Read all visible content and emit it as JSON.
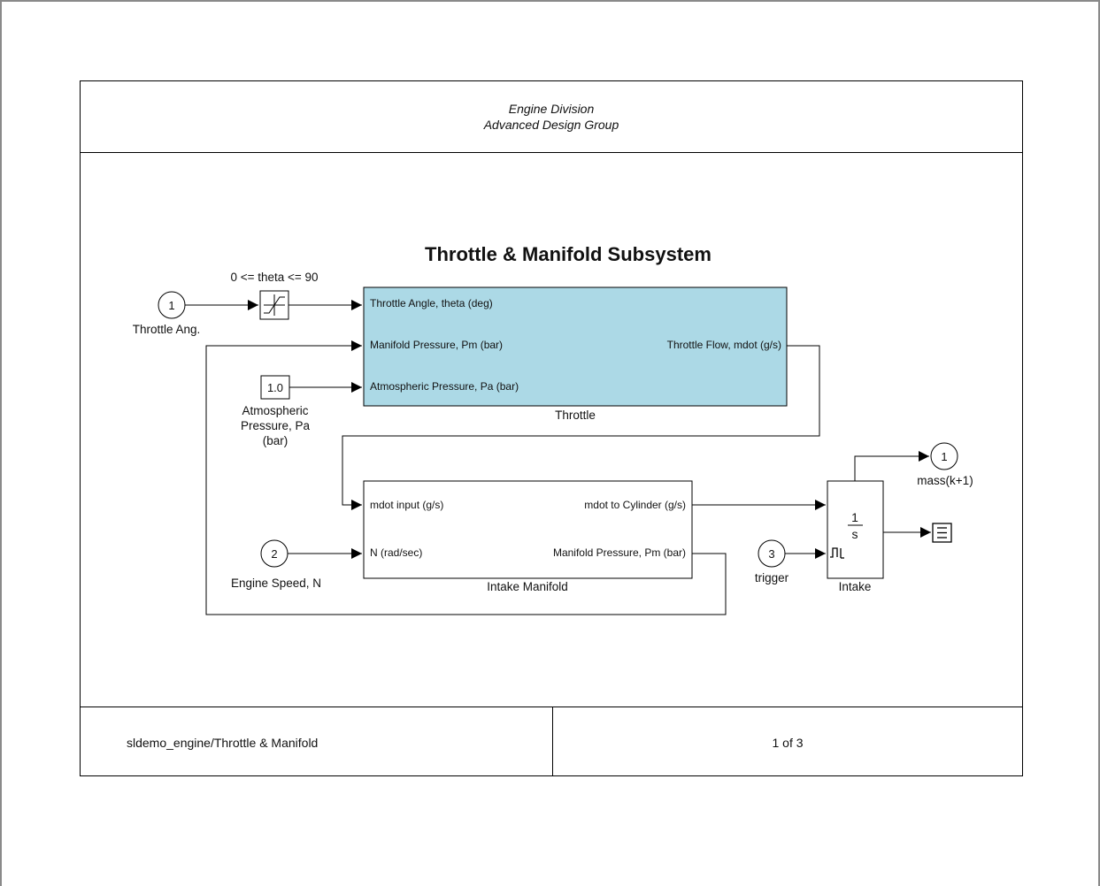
{
  "header": {
    "line1": "Engine Division",
    "line2": "Advanced Design Group"
  },
  "footer": {
    "model_path": "sldemo_engine/Throttle & Manifold",
    "page_number": "1 of 3"
  },
  "diagram": {
    "title": "Throttle & Manifold Subsystem",
    "inport_throttle": {
      "number": "1",
      "label": "Throttle Ang."
    },
    "inport_speed": {
      "number": "2",
      "label": "Engine Speed, N"
    },
    "inport_trigger": {
      "number": "3",
      "label": "trigger"
    },
    "outport_mass": {
      "number": "1",
      "label": "mass(k+1)"
    },
    "saturation": {
      "label": "0 <= theta <= 90"
    },
    "constant": {
      "value": "1.0",
      "label_lines": [
        "Atmospheric",
        "Pressure, Pa",
        "(bar)"
      ]
    },
    "throttle_block": {
      "name": "Throttle",
      "color": "#acd9e6",
      "in1": "Throttle Angle, theta (deg)",
      "in2": "Manifold Pressure, Pm (bar)",
      "in3": "Atmospheric Pressure, Pa (bar)",
      "out1": "Throttle  Flow, mdot  (g/s)"
    },
    "manifold_block": {
      "name": "Intake Manifold",
      "in1": "mdot input  (g/s)",
      "in2": "N (rad/sec)",
      "out1": "mdot to  Cylinder  (g/s)",
      "out2": "Manifold Pressure, Pm (bar)"
    },
    "intake_block": {
      "name": "Intake",
      "numerator": "1",
      "denominator": "s"
    },
    "icons": [
      "saturation-icon",
      "trigger-icon",
      "terminator-icon",
      "arrowhead-icon"
    ]
  }
}
